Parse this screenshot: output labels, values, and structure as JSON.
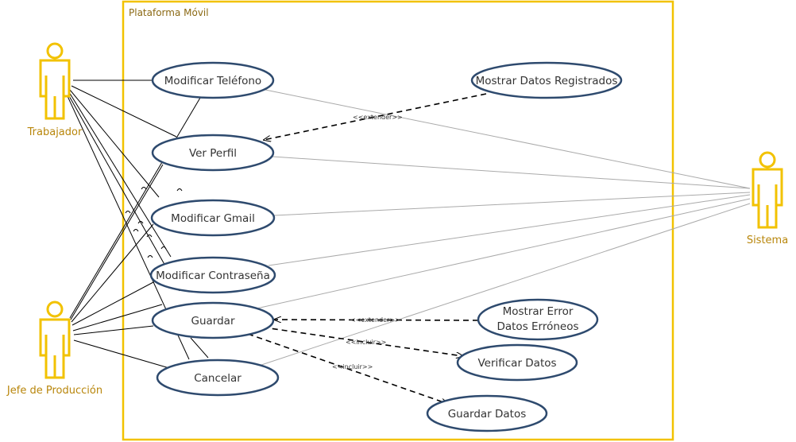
{
  "system": {
    "title": "Plataforma Móvil"
  },
  "actors": {
    "trabajador": "Trabajador",
    "jefe": "Jefe de Producción",
    "sistema": "Sistema"
  },
  "use_cases": {
    "modificar_telefono": "Modificar Teléfono",
    "mostrar_datos_registrados": "Mostrar Datos Registrados",
    "ver_perfil": "Ver Perfil",
    "modificar_gmail": "Modificar Gmail",
    "modificar_contrasena": "Modificar Contraseña",
    "guardar": "Guardar",
    "mostrar_error_line1": "Mostrar Error",
    "mostrar_error_line2": "Datos Erróneos",
    "verificar_datos": "Verificar Datos",
    "cancelar": "Cancelar",
    "guardar_datos": "Guardar Datos"
  },
  "relations": {
    "extender_1": "<<extender>>",
    "extender_2": "<<extender>>",
    "incluir_1": "<<incluir>>",
    "incluir_2": "<<incluir>>"
  },
  "colors": {
    "system_border": "#F2C200",
    "actor": "#F2C200",
    "usecase_border": "#2E4A6E",
    "assoc_dark": "#000000",
    "assoc_light": "#AAAAAA"
  }
}
